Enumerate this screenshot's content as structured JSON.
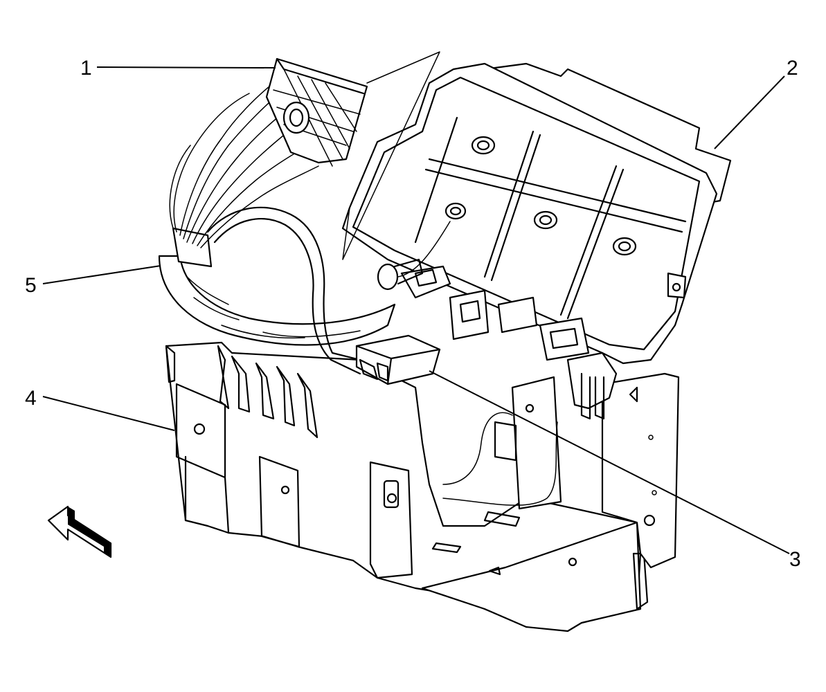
{
  "callouts": {
    "c1": "1",
    "c2": "2",
    "c3": "3",
    "c4": "4",
    "c5": "5"
  },
  "icons": {
    "direction_arrow": "forward-direction-arrow-icon"
  }
}
